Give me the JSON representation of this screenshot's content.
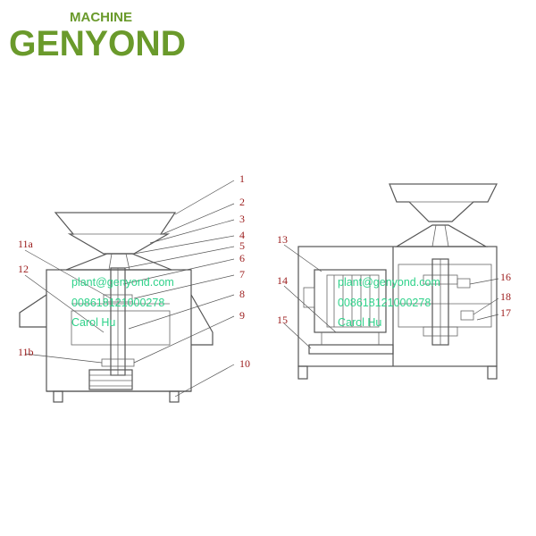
{
  "logo": {
    "small_text": "MACHINE",
    "big_text": "GENYOND",
    "colors": {
      "primary": "#6a9a2b",
      "small_text": "#6a9a2b"
    }
  },
  "left_labels": [
    "1",
    "2",
    "3",
    "4",
    "5",
    "6",
    "7",
    "8",
    "9",
    "10",
    "11a",
    "12",
    "11b"
  ],
  "right_labels": [
    "13",
    "14",
    "15",
    "16",
    "18",
    "17"
  ],
  "watermark_left": {
    "email": "plant@genyond.com",
    "phone": "008618121000278",
    "name": "Carol Hu"
  },
  "watermark_right": {
    "email": "plant@genyond.com",
    "phone": "008618121000278",
    "name": "Carol Hu"
  },
  "colors": {
    "label": "#9b1b1b",
    "line": "#555555",
    "watermark": "#2fd28a"
  }
}
